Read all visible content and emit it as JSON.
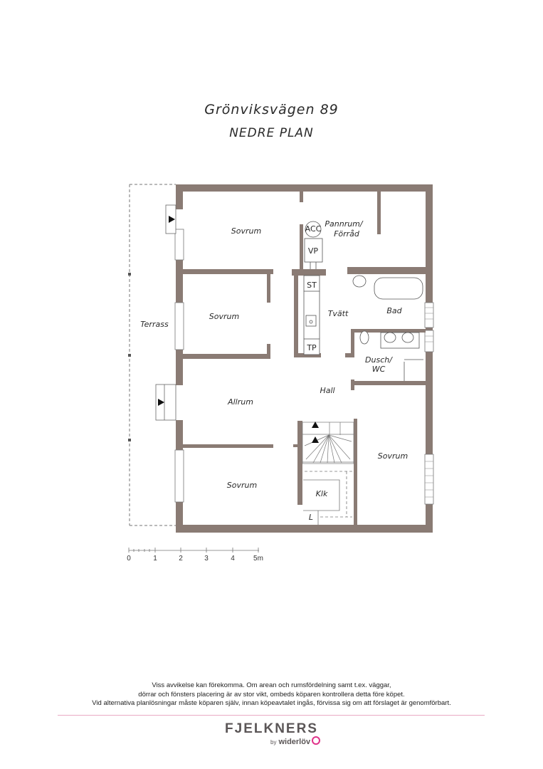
{
  "header": {
    "address": "Grönviksvägen 89",
    "floor": "NEDRE PLAN"
  },
  "rooms": {
    "sovrum_top": "Sovrum",
    "pannrum_1": "Pannrum/",
    "pannrum_2": "Förråd",
    "acc": "ACC",
    "vp": "VP",
    "st": "ST",
    "tp": "TP",
    "tvatt": "Tvätt",
    "bad": "Bad",
    "sovrum_mid": "Sovrum",
    "terrass": "Terrass",
    "dusch_1": "Dusch/",
    "dusch_2": "WC",
    "hall": "Hall",
    "allrum": "Allrum",
    "sovrum_right": "Sovrum",
    "sovrum_bottom": "Sovrum",
    "klk": "Klk",
    "l": "L"
  },
  "scale_bar": {
    "ticks": [
      "0",
      "1",
      "2",
      "3",
      "4",
      "5m"
    ]
  },
  "colors": {
    "wall": "#8a7b74",
    "line": "#555555",
    "accent_rule": "#e9aac5",
    "brand_text": "#5b5657",
    "brand_flower": "#e0338a"
  },
  "footer": {
    "disclaimer_line1": "Viss avvikelse kan förekomma. Om arean och rumsfördelning samt t.ex. väggar,",
    "disclaimer_line2": "dörrar och fönsters placering är av stor vikt, ombeds köparen kontrollera detta före köpet.",
    "disclaimer_line3": "Vid alternativa planlösningar måste köparen själv, innan köpeavtalet ingås, förvissa sig om att förslaget är genomförbart.",
    "brand": "FJELKNERS",
    "by": "by",
    "partner": "widerlöv"
  }
}
